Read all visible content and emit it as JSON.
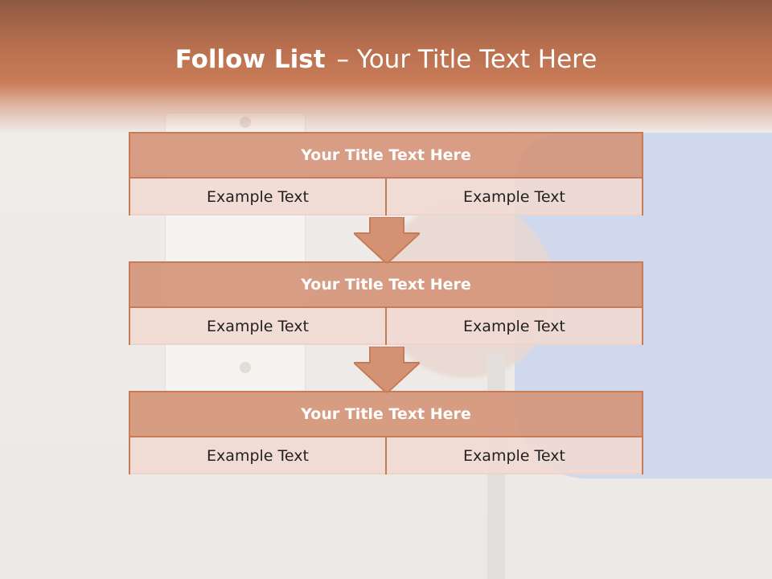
{
  "title": {
    "bold": "Follow List",
    "rest": "– Your Title Text Here"
  },
  "steps": [
    {
      "heading": "Your Title Text Here",
      "left": "Example Text",
      "right": "Example Text"
    },
    {
      "heading": "Your Title Text Here",
      "left": "Example Text",
      "right": "Example Text"
    },
    {
      "heading": "Your Title Text Here",
      "left": "Example Text",
      "right": "Example Text"
    }
  ],
  "colors": {
    "accent": "#c77b57",
    "header_fill": "#d49275",
    "cell_fill": "#f0dad2"
  }
}
